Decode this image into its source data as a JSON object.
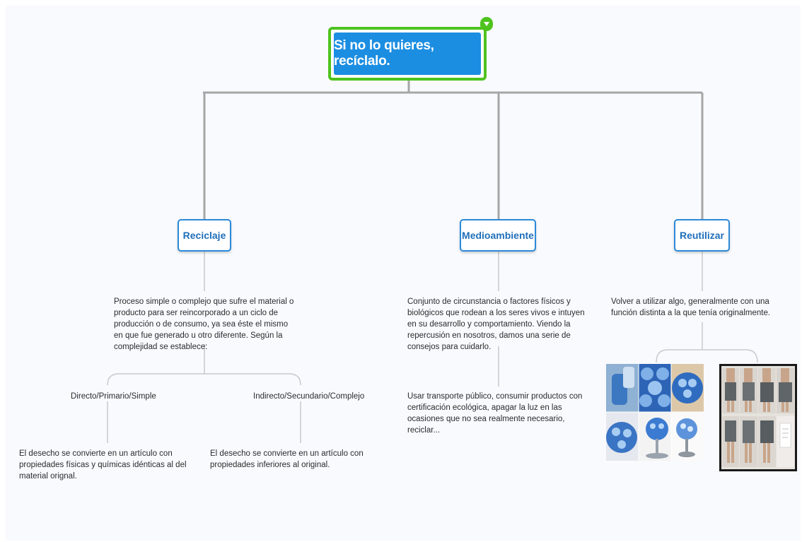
{
  "root": {
    "title": "Si no lo quieres, recíclalo."
  },
  "branches": {
    "reciclaje": {
      "title": "Reciclaje",
      "description": "Proceso simple o complejo que sufre el material o producto para ser reincorporado a un ciclo de producción o de consumo, ya sea éste el mismo en que fue generado u otro diferente. Según la complejidad se establece:",
      "children": [
        {
          "title": "Directo/Primario/Simple",
          "description": "El desecho se convierte en un artículo con propiedades físicas y químicas idénticas al del material orignal."
        },
        {
          "title": "Indirecto/Secundario/Complejo",
          "description": "El desecho se convierte en un artículo con propiedades inferiores al original."
        }
      ]
    },
    "medioambiente": {
      "title": "Medioambiente",
      "description": "Conjunto de circunstancia o factores físicos y biológicos que rodean a los seres vivos e intuyen en su desarrollo y comportamiento. Viendo la repercusión en nosotros, damos una serie de consejos para cuidarlo.",
      "advice": "Usar transporte público, consumir productos con certificación ecológica, apagar la luz en las ocasiones que no sea realmente necesario, reciclar..."
    },
    "reutilizar": {
      "title": "Reutilizar",
      "description": "Volver a utilizar algo, generalmente con una función distinta a la que tenía originalmente.",
      "images": [
        "bottle-lamp-photo-collage",
        "skirt-reuse-photo-collage"
      ]
    }
  },
  "colors": {
    "accent_green": "#4ec31e",
    "root_blue": "#1c8ee2",
    "node_border": "#2b8ad8",
    "node_text": "#1f6fbb",
    "connector": "#a6a6a6"
  },
  "icons": {
    "collapse": "chevron-down-icon"
  }
}
